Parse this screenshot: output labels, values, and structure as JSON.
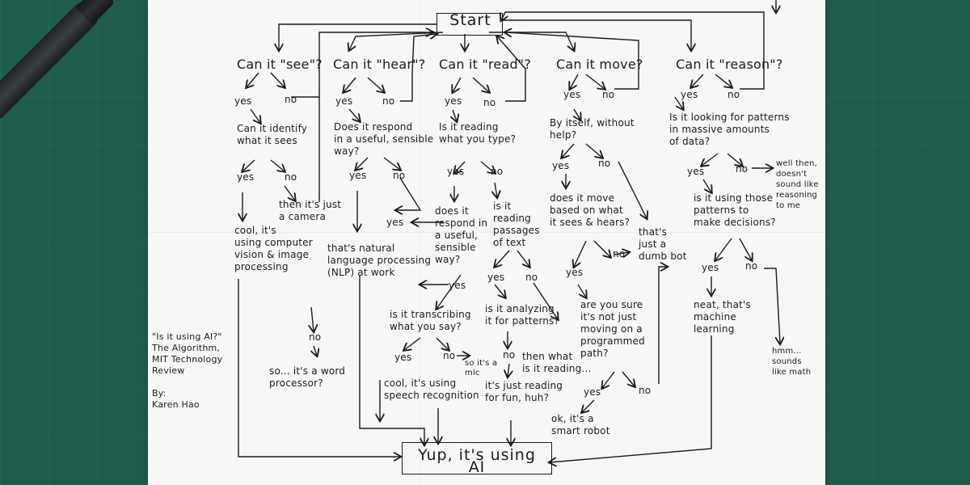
{
  "start": "Start",
  "end": "Yup, it's using AI",
  "q_see": "Can it \"see\"?",
  "q_hear": "Can it \"hear\"?",
  "q_read": "Can it \"read\"?",
  "q_move": "Can it move?",
  "q_reason": "Can it \"reason\"?",
  "yes": "yes",
  "no": "no",
  "see_identify": "Can it identify\nwhat it sees",
  "see_camera": "then it's just\na camera",
  "see_cv": "cool, it's\nusing computer\nvision & image\nprocessing",
  "hear_respond": "Does it respond\nin a useful, sensible\nway?",
  "nlp": "that's natural\nlanguage processing\n(NLP) at work",
  "transcribing": "is it transcribing\nwhat you say?",
  "speech": "cool, it's using\nspeech recognition",
  "mic": "so it's a\nmic",
  "word_proc": "so... it's a word\nprocessor?",
  "read_type": "Is it reading\nwhat you type?",
  "read_respond": "does it\nrespond in\na useful,\nsensible\nway?",
  "read_passages": "is it\nreading\npassages\nof text",
  "analyzing": "is it analyzing\nit for patterns?",
  "what_reading": "then what\nis it reading...",
  "fun": "it's just reading\nfor fun, huh?",
  "move_itself": "By itself, without\nhelp?",
  "move_based": "does it move\nbased on what\nit sees & hears?",
  "dumb_bot": "that's\njust a\ndumb bot",
  "sure_path": "are you sure\nit's not just\nmoving on a\nprogrammed\npath?",
  "smart_robot": "ok, it's a\nsmart robot",
  "reason_patterns": "Is it looking for patterns\nin massive amounts\nof data?",
  "reason_doesnt": "well then,\ndoesn't\nsound like\nreasoning\nto me",
  "reason_decisions": "is it using those\npatterns to\nmake decisions?",
  "ml": "neat, that's\nmachine\nlearning",
  "math": "hmm...\nsounds\nlike math",
  "credit": "\"Is it using AI?\"\nThe Algorithm,\nMIT Technology\nReview\n\nBy:\nKaren Hao"
}
